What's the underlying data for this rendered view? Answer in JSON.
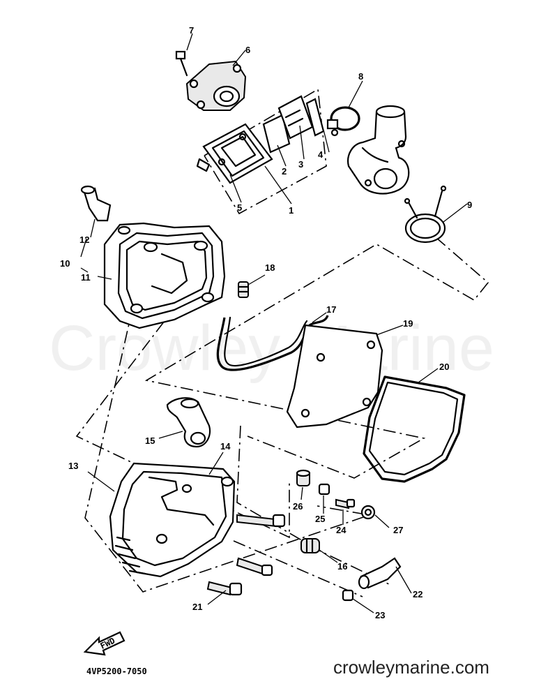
{
  "watermark": "Crowley Marine",
  "site_url": "crowleymarine.com",
  "diagram_code": "4VP5200-7050",
  "fwd_label": "FWD",
  "callouts": {
    "c1": "1",
    "c2": "2",
    "c3": "3",
    "c4": "4",
    "c5": "5",
    "c6": "6",
    "c7": "7",
    "c8": "8",
    "c9": "9",
    "c10": "10",
    "c11": "11",
    "c12": "12",
    "c13": "13",
    "c14": "14",
    "c15": "15",
    "c16": "16",
    "c17": "17",
    "c18": "18",
    "c19": "19",
    "c20": "20",
    "c21": "21",
    "c22": "22",
    "c23": "23",
    "c24": "24",
    "c25": "25",
    "c26": "26",
    "c27": "27"
  }
}
